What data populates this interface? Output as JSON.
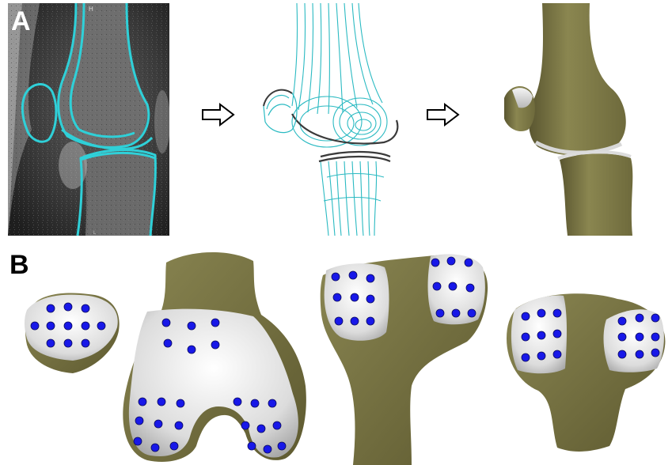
{
  "panels": {
    "a": {
      "label": "A"
    },
    "b": {
      "label": "B"
    }
  },
  "mri": {
    "corner_mark": "H",
    "bottom_mark": "L"
  },
  "colors": {
    "contour": "#2fd0d8",
    "bone": "#807c45",
    "bone_dark": "#55512a",
    "cartilage": "#e4e4e4",
    "landmark": "#1818e8",
    "arrow_fill": "#ffffff",
    "arrow_stroke": "#000000"
  },
  "flow": [
    "mri-segmentation",
    "contour-stack-model",
    "surface-model"
  ],
  "icons": [
    "right-arrow-icon",
    "right-arrow-icon"
  ],
  "landmark_groups": {
    "patella": 11,
    "femur_trochlea": 6,
    "femur_lateral_condyle": 9,
    "femur_medial_condyle": 9,
    "tibia_posterior_lateral": 9,
    "tibia_posterior_medial": 9,
    "tibia_plateau_lateral": 9,
    "tibia_plateau_medial": 9
  }
}
